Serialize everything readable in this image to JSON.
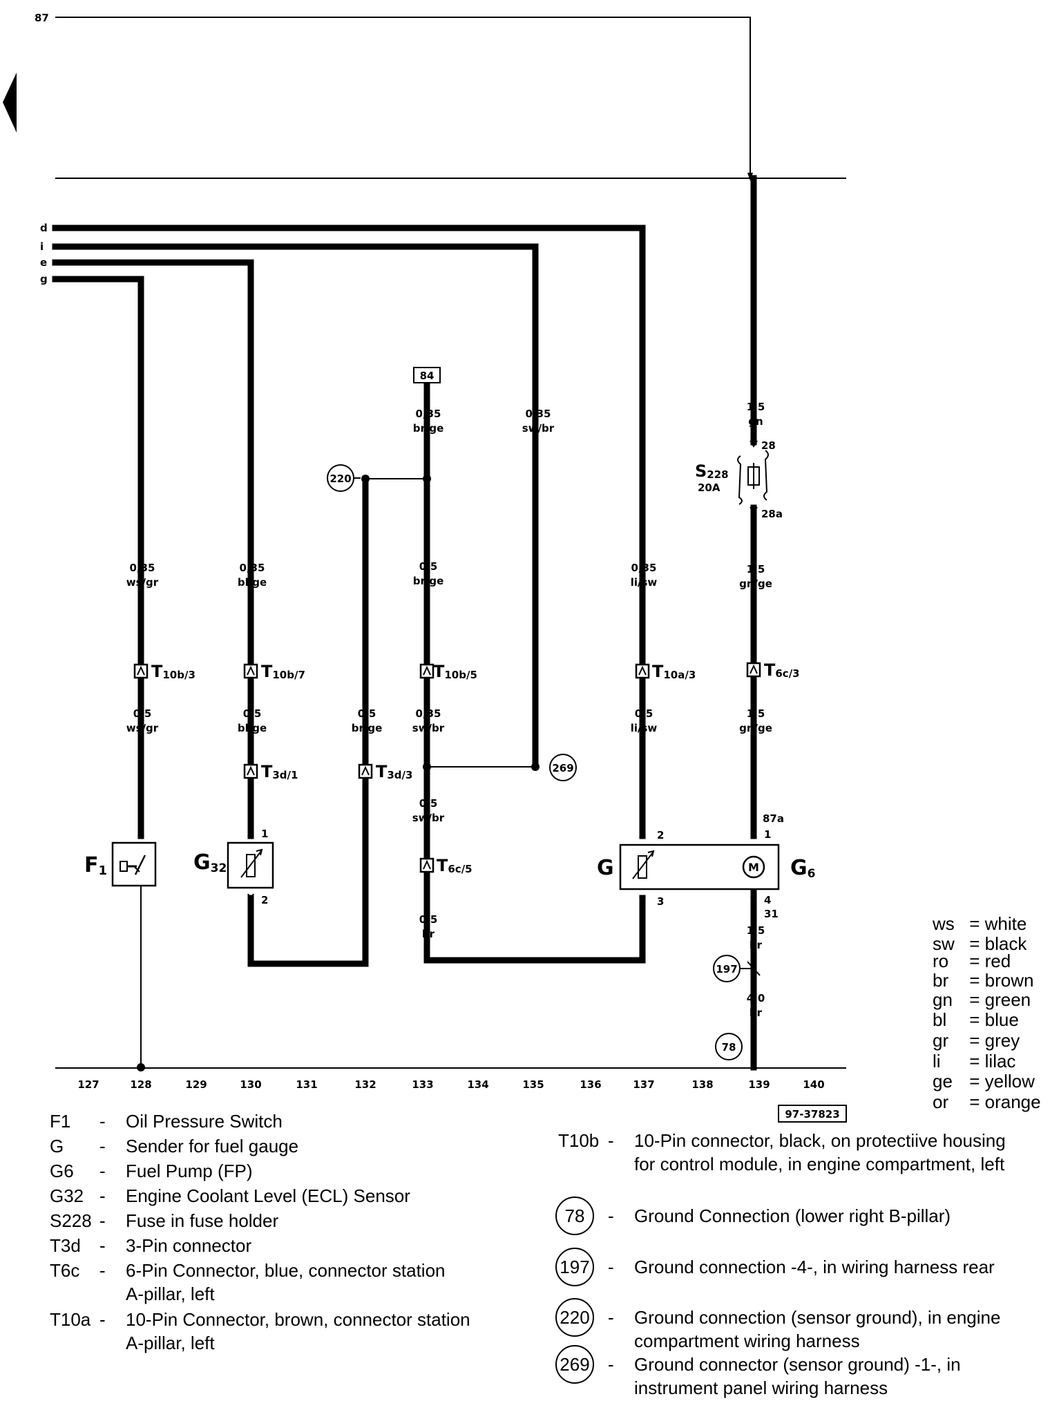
{
  "terminal_87": "87",
  "bus_labels": [
    "d",
    "i",
    "e",
    "g"
  ],
  "wires": {
    "w128_top": [
      "0,35",
      "ws/gr"
    ],
    "w128_bot": [
      "0,5",
      "ws/gr"
    ],
    "w130_top": [
      "0,35",
      "bl/ge"
    ],
    "w130_bot": [
      "0,5",
      "bl/ge"
    ],
    "w132": [
      "0,5",
      "br/ge"
    ],
    "w133_top": [
      "0,35",
      "br/ge"
    ],
    "w133_mid": [
      "0,5",
      "br/ge"
    ],
    "w133_low": [
      "0,35",
      "sw/br"
    ],
    "w133_below": [
      "0,5",
      "sw/br"
    ],
    "w133_bot": [
      "0,5",
      "br"
    ],
    "w135": [
      "0,35",
      "sw/br"
    ],
    "w137_top": [
      "0,35",
      "li/sw"
    ],
    "w137_bot": [
      "0,5",
      "li/sw"
    ],
    "w139_top": [
      "1,5",
      "gn"
    ],
    "w139_mid": [
      "1,5",
      "gn/ge"
    ],
    "w139_low": [
      "1,5",
      "gn/ge"
    ],
    "w139_bot": [
      "1,5",
      "br"
    ],
    "w139_gnd": [
      "4,0",
      "br"
    ]
  },
  "connectors": {
    "c128": {
      "main": "T",
      "sub": "10b/3"
    },
    "c130": {
      "main": "T",
      "sub": "10b/7"
    },
    "c133": {
      "main": "T",
      "sub": "10b/5"
    },
    "c137": {
      "main": "T",
      "sub": "10a/3"
    },
    "c139": {
      "main": "T",
      "sub": "6c/3"
    },
    "c130b": {
      "main": "T",
      "sub": "3d/1"
    },
    "c132": {
      "main": "T",
      "sub": "3d/3"
    },
    "c133b": {
      "main": "T",
      "sub": "6c/5"
    }
  },
  "ref_box_84": "84",
  "fuse": {
    "main": "S",
    "sub": "228",
    "rating": "20A",
    "pin_in": "28",
    "pin_out": "28a"
  },
  "components": {
    "F1": {
      "main": "F",
      "sub": "1"
    },
    "G32": {
      "main": "G",
      "sub": "32",
      "pin1": "1",
      "pin2": "2"
    },
    "G": {
      "main": "G",
      "pin2": "2",
      "pin3": "3"
    },
    "G6": {
      "main": "G",
      "sub": "6",
      "pin87a": "87a",
      "pin1": "1",
      "pin4": "4",
      "pin31": "31",
      "motor": "M"
    }
  },
  "ground_nodes": [
    "220",
    "269",
    "197",
    "78"
  ],
  "ticks": [
    "127",
    "128",
    "129",
    "130",
    "131",
    "132",
    "133",
    "134",
    "135",
    "136",
    "137",
    "138",
    "139",
    "140"
  ],
  "doc_number": "97-37823",
  "color_legend": [
    {
      "code": "ws",
      "name": "white"
    },
    {
      "code": "sw",
      "name": "black"
    },
    {
      "code": "ro",
      "name": "red"
    },
    {
      "code": "br",
      "name": "brown"
    },
    {
      "code": "gn",
      "name": "green"
    },
    {
      "code": "bl",
      "name": "blue"
    },
    {
      "code": "gr",
      "name": "grey"
    },
    {
      "code": "li",
      "name": "lilac"
    },
    {
      "code": "ge",
      "name": "yellow"
    },
    {
      "code": "or",
      "name": "orange"
    }
  ],
  "legend_left": [
    {
      "code": "F1",
      "dash": "-",
      "lines": [
        "Oil Pressure Switch"
      ]
    },
    {
      "code": "G",
      "dash": "-",
      "lines": [
        "Sender for fuel gauge"
      ]
    },
    {
      "code": "G6",
      "dash": "-",
      "lines": [
        "Fuel Pump (FP)"
      ]
    },
    {
      "code": "G32",
      "dash": "-",
      "lines": [
        "Engine Coolant Level (ECL) Sensor"
      ]
    },
    {
      "code": "S228",
      "dash": "-",
      "lines": [
        "Fuse in fuse holder"
      ]
    },
    {
      "code": "T3d",
      "dash": "-",
      "lines": [
        "3-Pin connector"
      ]
    },
    {
      "code": "T6c",
      "dash": "-",
      "lines": [
        "6-Pin Connector, blue, connector station",
        "A-pillar, left"
      ]
    },
    {
      "code": "T10a",
      "dash": "-",
      "lines": [
        "10-Pin Connector, brown, connector station",
        "A-pillar, left"
      ]
    }
  ],
  "legend_right": [
    {
      "code": "T10b",
      "dash": "-",
      "lines": [
        "10-Pin connector, black, on protectiive housing",
        "for control module, in engine compartment, left"
      ]
    },
    {
      "code": "78",
      "dash": "-",
      "lines": [
        "Ground Connection (lower right B-pillar)"
      ]
    },
    {
      "code": "197",
      "dash": "-",
      "lines": [
        "Ground connection -4-, in wiring harness rear"
      ]
    },
    {
      "code": "220",
      "dash": "-",
      "lines": [
        "Ground connection (sensor ground), in engine",
        "compartment wiring harness"
      ]
    },
    {
      "code": "269",
      "dash": "-",
      "lines": [
        "Ground connector (sensor ground) -1-, in",
        "instrument panel wiring harness"
      ]
    }
  ]
}
